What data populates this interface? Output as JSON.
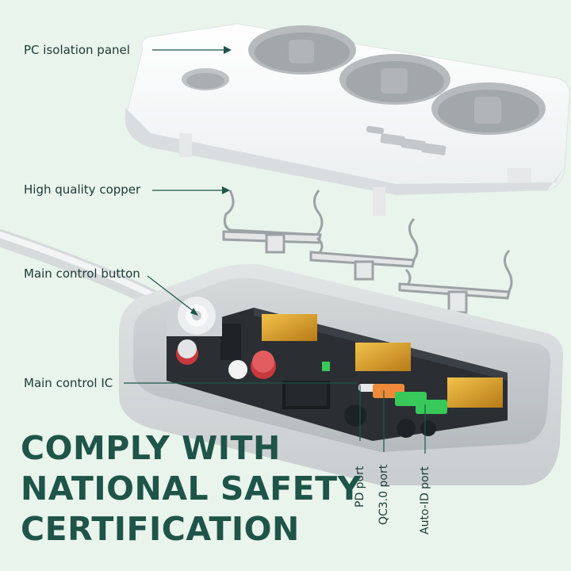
{
  "callouts": {
    "pc_panel": "PC isolation panel",
    "copper": "High quality copper",
    "button": "Main control button",
    "ic": "Main control IC"
  },
  "ports": {
    "pd": "PD port",
    "qc": "QC3.0 port",
    "auto": "Auto-ID port"
  },
  "headline": {
    "line1": "COMPLY WITH",
    "line2": "NATIONAL SAFETY",
    "line3": "CERTIFICATION"
  },
  "colors": {
    "background": "#e9f4ec",
    "headline": "#1f5448",
    "callout_line": "#1f5448",
    "usb_green": "#37c95a",
    "pd_orange": "#ef8a3a"
  }
}
